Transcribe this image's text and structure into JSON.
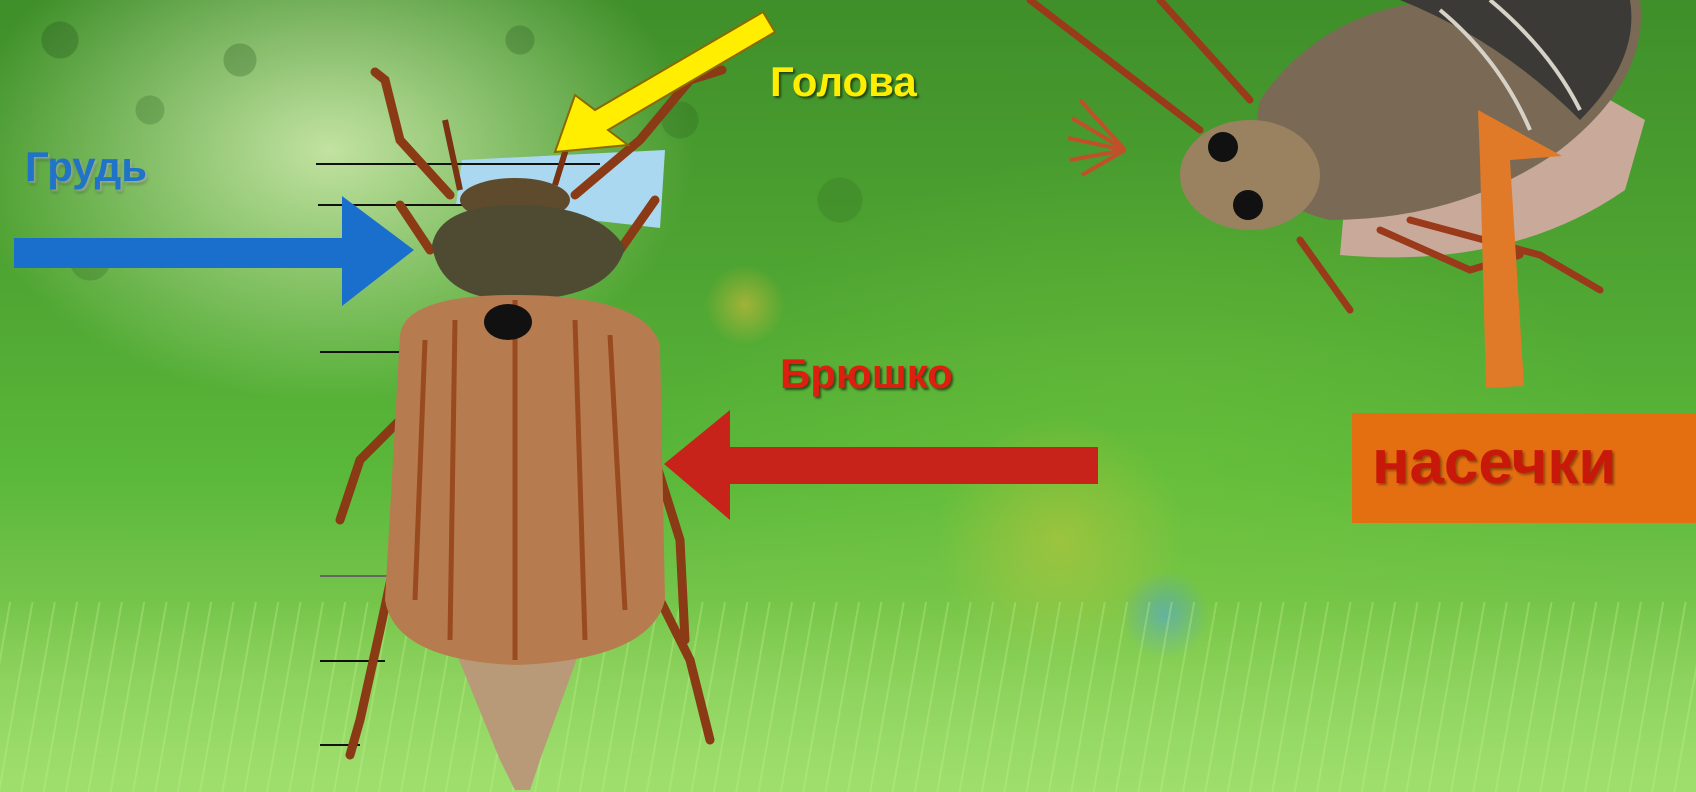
{
  "labels": {
    "head": "Голова",
    "chest": "Грудь",
    "abdomen": "Брюшко",
    "notches": "насечки"
  },
  "colors": {
    "head_label": "#ffee00",
    "head_arrow": "#ffee00",
    "chest_label": "#1f74c9",
    "chest_arrow": "#1a6fcc",
    "abdomen_label": "#dd1f10",
    "abdomen_arrow": "#c8231a",
    "notch_box": "#e36f10",
    "notch_arrow": "#e07a28"
  },
  "images": [
    "may-beetle-top-view",
    "may-beetle-underside-view"
  ]
}
